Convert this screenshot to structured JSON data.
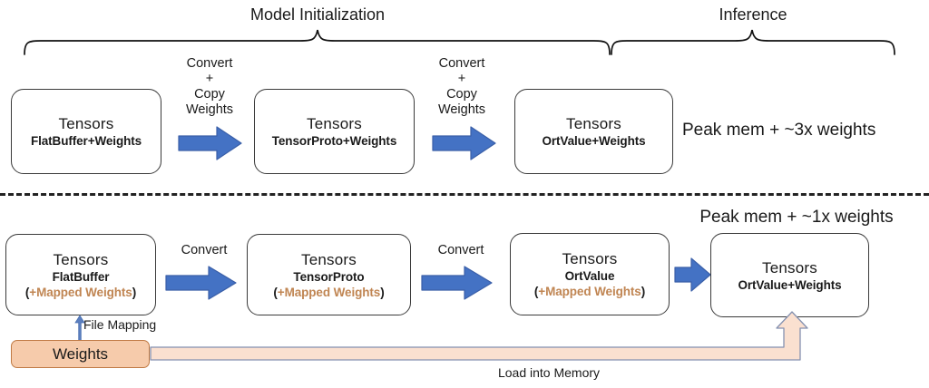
{
  "diagram": {
    "title_top_left": "Model Initialization",
    "title_top_right": "Inference",
    "colors": {
      "arrow_blue": "#4472C4",
      "weights_fill": "#F6CBAB",
      "weights_border": "#C07A44",
      "mapped_text": "#C08552",
      "memory_arrow_fill": "#FAE0D0",
      "memory_arrow_border": "#8591B0",
      "box_border": "#3A3A3A",
      "divider": "#222222"
    },
    "top_row": {
      "brace_left_label": "Model Initialization",
      "brace_right_label": "Inference",
      "boxes": [
        {
          "title": "Tensors",
          "sub": "FlatBuffer+Weights"
        },
        {
          "title": "Tensors",
          "sub": "TensorProto+Weights"
        },
        {
          "title": "Tensors",
          "sub": "OrtValue+Weights"
        }
      ],
      "arrow_labels": [
        "Convert\n+\nCopy\nWeights",
        "Convert\n+\nCopy\nWeights"
      ],
      "memory_note": "Peak mem + ~3x weights"
    },
    "bottom_row": {
      "memory_note": "Peak mem + ~1x weights",
      "boxes": [
        {
          "title": "Tensors",
          "sub": "FlatBuffer",
          "paren_open": "(",
          "mapped": "+Mapped Weights",
          "paren_close": ")"
        },
        {
          "title": "Tensors",
          "sub": "TensorProto",
          "paren_open": "(",
          "mapped": "+Mapped Weights",
          "paren_close": ")"
        },
        {
          "title": "Tensors",
          "sub": "OrtValue",
          "paren_open": "(",
          "mapped": "+Mapped Weights",
          "paren_close": ")"
        },
        {
          "title": "Tensors",
          "sub": "OrtValue+Weights",
          "paren_open": "",
          "mapped": "",
          "paren_close": ""
        }
      ],
      "arrow_labels": [
        "Convert",
        "Convert"
      ],
      "weights_box_label": "Weights",
      "file_mapping_label": "File Mapping",
      "load_into_memory_label": "Load into Memory"
    }
  }
}
